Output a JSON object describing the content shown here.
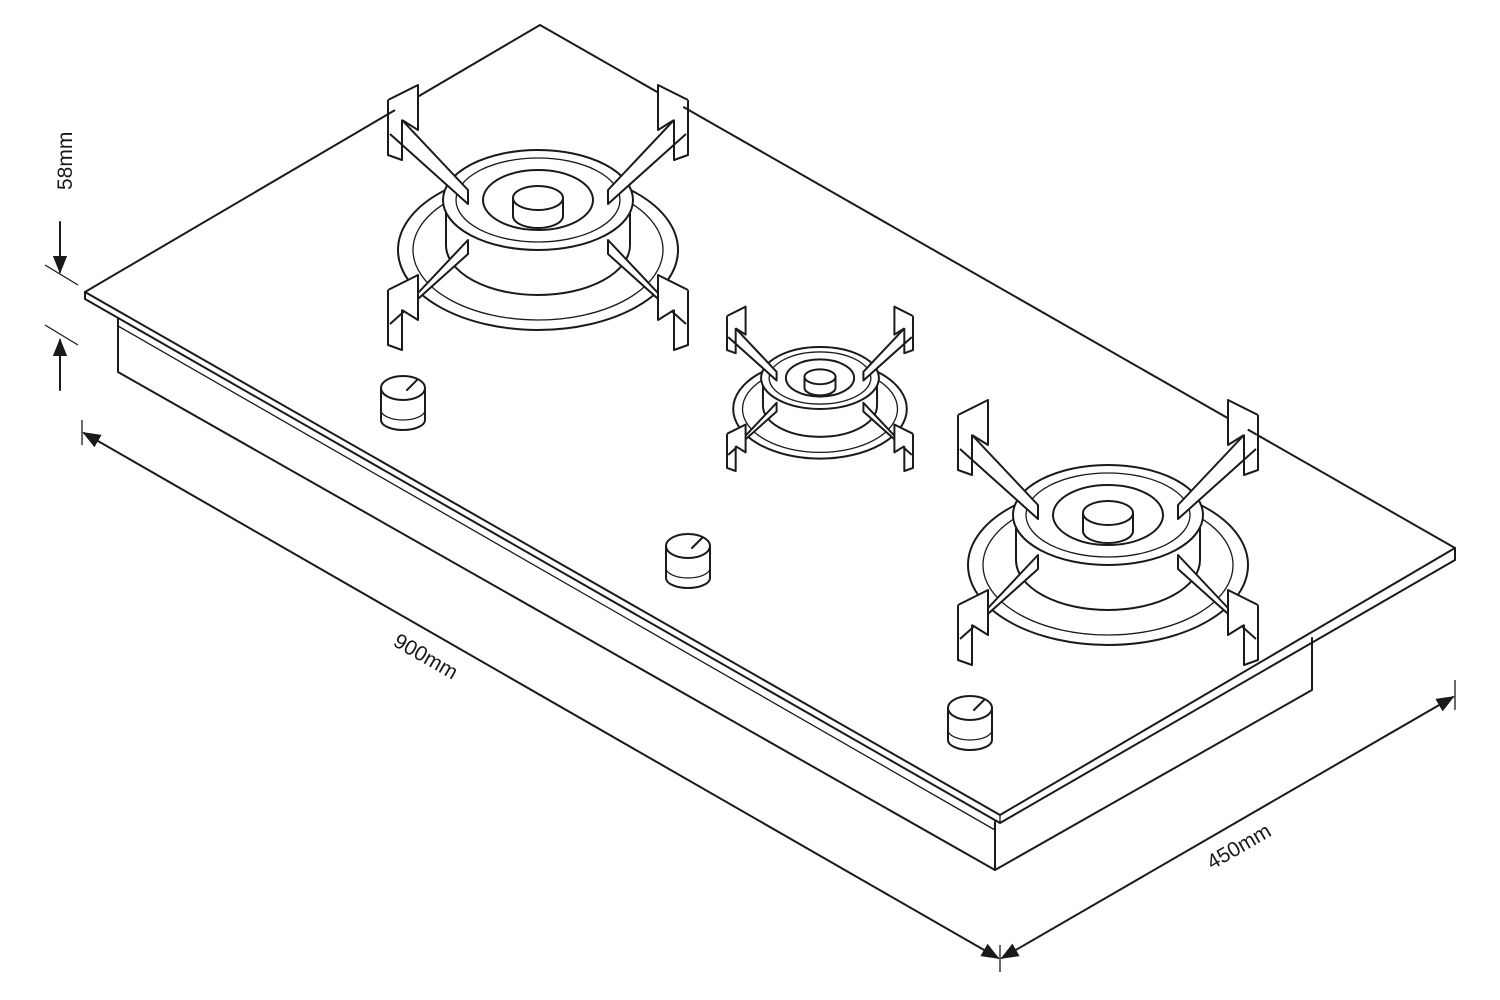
{
  "title": "Gas cooktop dimension drawing",
  "dimensions": {
    "height": "58mm",
    "width": "900mm",
    "depth": "450mm"
  },
  "burners": [
    "left-wok-burner",
    "center-small-burner",
    "right-wok-burner"
  ],
  "knobs": 3
}
